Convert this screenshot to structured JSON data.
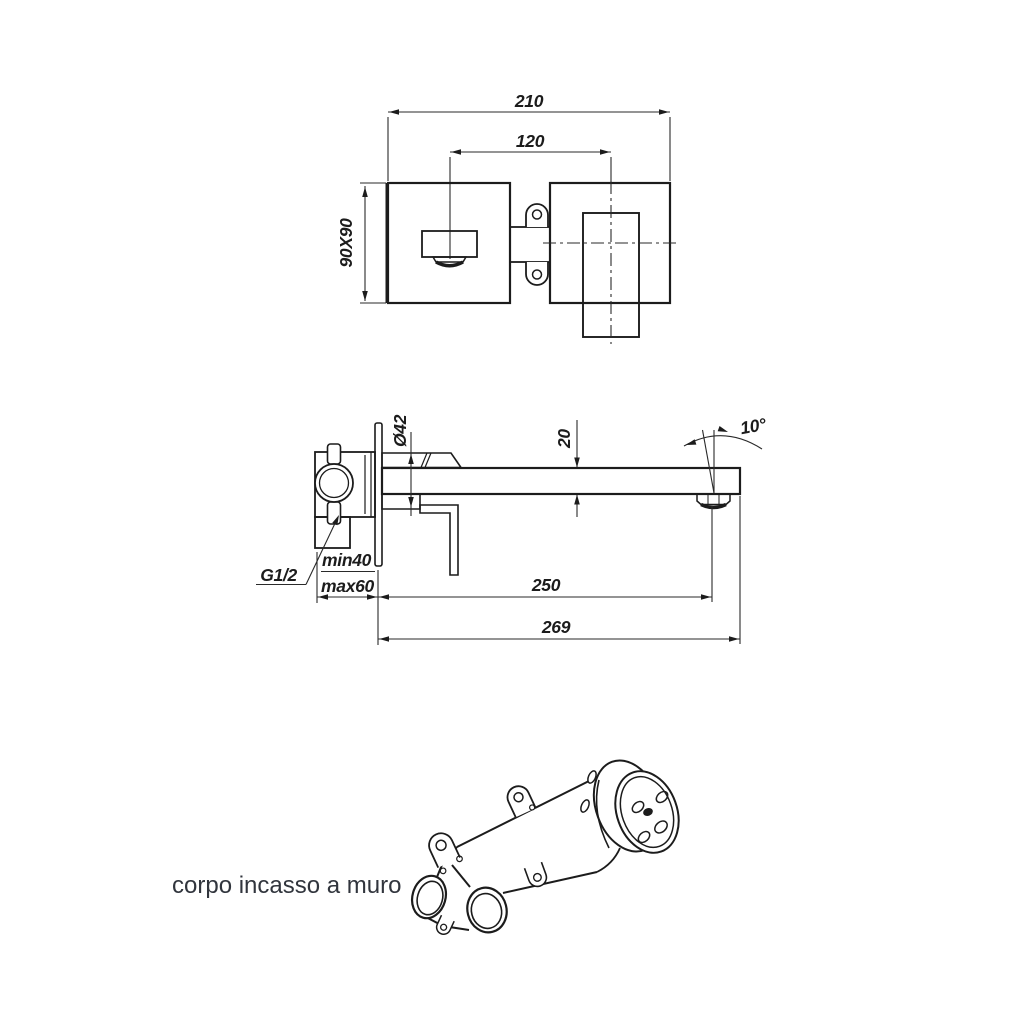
{
  "colors": {
    "ink": "#1c1c1c",
    "background": "#ffffff",
    "caption_text": "#31353d"
  },
  "top_view": {
    "overall_width": "210",
    "centers_spacing": "120",
    "plate_size": "90X90"
  },
  "side_view": {
    "rosette_diameter": "Ø42",
    "spout_height": "20",
    "spout_angle": "10°",
    "thread_size": "G1/2",
    "depth_min": "min40",
    "depth_max": "max60",
    "spout_reach": "250",
    "overall_reach": "269"
  },
  "perspective_view": {
    "caption": "corpo incasso a muro"
  }
}
